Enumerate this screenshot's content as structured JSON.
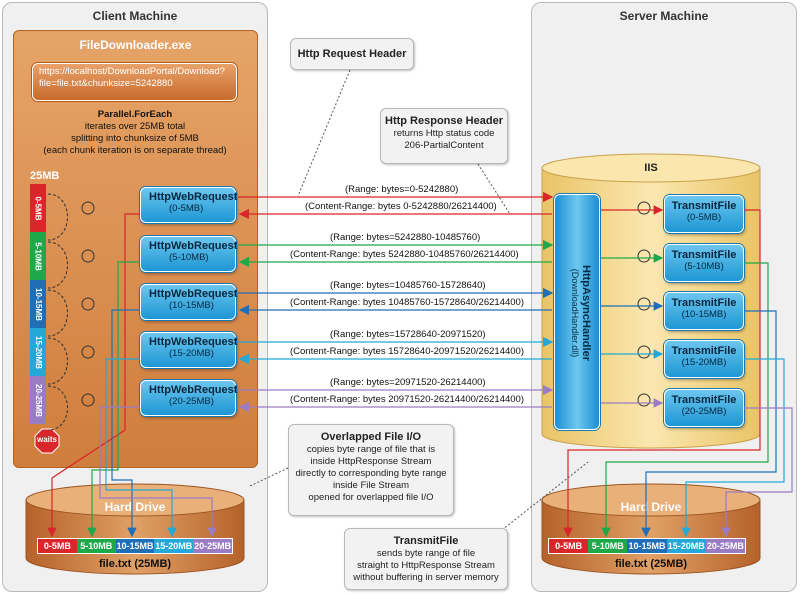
{
  "client": {
    "title": "Client Machine",
    "app_title": "FileDownloader.exe",
    "url_line1": "https://localhost/DownloadPortal/Download?",
    "url_line2": "file=file.txt&chunksize=5242880",
    "pf_title": "Parallel.ForEach",
    "pf_line1": "iterates over 25MB total",
    "pf_line2": "splitting into chunksize of 5MB",
    "pf_line3": "(each chunk iteration is on separate thread)",
    "total_label": "25MB",
    "chunks": [
      "0-5MB",
      "5-10MB",
      "10-15MB",
      "15-20MB",
      "20-25MB"
    ],
    "waits_label": "waits",
    "requests": [
      {
        "title": "HttpWebRequest",
        "range": "(0-5MB)"
      },
      {
        "title": "HttpWebRequest",
        "range": "(5-10MB)"
      },
      {
        "title": "HttpWebRequest",
        "range": "(10-15MB)"
      },
      {
        "title": "HttpWebRequest",
        "range": "(15-20MB)"
      },
      {
        "title": "HttpWebRequest",
        "range": "(20-25MB)"
      }
    ],
    "hard_drive": {
      "title": "Hard Drive",
      "segments": [
        "0-5MB",
        "5-10MB",
        "10-15MB",
        "15-20MB",
        "20-25MB"
      ],
      "file_label": "file.txt (25MB)"
    }
  },
  "server": {
    "title": "Server Machine",
    "iis_label": "IIS",
    "handler_line1": "HttpAsyncHandler",
    "handler_line2": "(DownloadHandler.dll)",
    "transmits": [
      {
        "title": "TransmitFile",
        "range": "(0-5MB)"
      },
      {
        "title": "TransmitFile",
        "range": "(5-10MB)"
      },
      {
        "title": "TransmitFile",
        "range": "(10-15MB)"
      },
      {
        "title": "TransmitFile",
        "range": "(15-20MB)"
      },
      {
        "title": "TransmitFile",
        "range": "(20-25MB)"
      }
    ],
    "hard_drive": {
      "title": "Hard Drive",
      "segments": [
        "0-5MB",
        "5-10MB",
        "10-15MB",
        "15-20MB",
        "20-25MB"
      ],
      "file_label": "file.txt (25MB)"
    }
  },
  "callouts": {
    "request_header": "Http Request Header",
    "response_header_title": "Http Response Header",
    "response_header_line1": "returns Http status code",
    "response_header_line2": "206-PartialContent",
    "overlapped_title": "Overlapped File I/O",
    "overlapped_line1": "copies byte range of file that is",
    "overlapped_line2": "inside HttpResponse Stream",
    "overlapped_line3": "directly to corresponding byte range",
    "overlapped_line4": "inside File Stream",
    "overlapped_line5": "opened for overlapped file I/O",
    "transmit_title": "TransmitFile",
    "transmit_line1": "sends byte range of file",
    "transmit_line2": "straight to HttpResponse Stream",
    "transmit_line3": "without buffering in server memory"
  },
  "arrows": [
    {
      "request": "(Range: bytes=0-5242880)",
      "response": "(Content-Range: bytes 0-5242880/26214400)"
    },
    {
      "request": "(Range: bytes=5242880-10485760)",
      "response": "(Content-Range: bytes 5242880-10485760/26214400)"
    },
    {
      "request": "(Range: bytes=10485760-15728640)",
      "response": "(Content-Range: bytes 10485760-15728640/26214400)"
    },
    {
      "request": "(Range: bytes=15728640-20971520)",
      "response": "(Content-Range: bytes 15728640-20971520/26214400)"
    },
    {
      "request": "(Range: bytes=20971520-26214400)",
      "response": "(Content-Range: bytes 20971520-26214400/26214400)"
    }
  ],
  "colors": {
    "chunk_red": "#d9262a",
    "chunk_green": "#1fa84a",
    "chunk_blue": "#1f6fb8",
    "chunk_cyan": "#23a8d8",
    "chunk_purple": "#9a7cc4",
    "app_orange": "#d98a4a",
    "request_blue": "#3aaee6",
    "iis_yellow": "#f6dd9a"
  }
}
